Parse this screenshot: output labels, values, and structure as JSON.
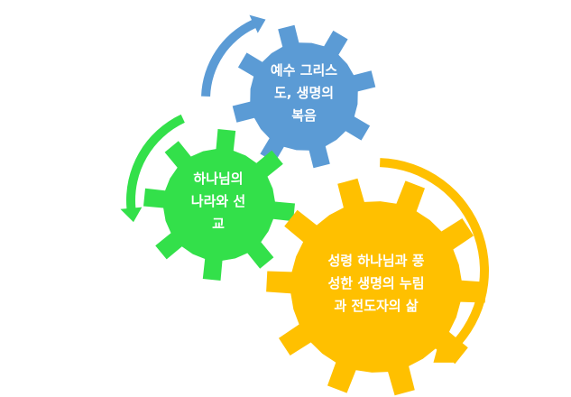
{
  "colors": {
    "blue": "#5B9BD5",
    "green": "#33E04A",
    "yellow": "#FFC000"
  },
  "gears": [
    {
      "id": "blue",
      "lines": [
        "예수 그리스",
        "도, 생명의",
        "복음"
      ]
    },
    {
      "id": "green",
      "lines": [
        "하나님의",
        "나라와 선",
        "교"
      ]
    },
    {
      "id": "yellow",
      "lines": [
        "성령 하나님과 풍",
        "성한 생명의 누림",
        "과 전도자의 삶"
      ]
    }
  ]
}
